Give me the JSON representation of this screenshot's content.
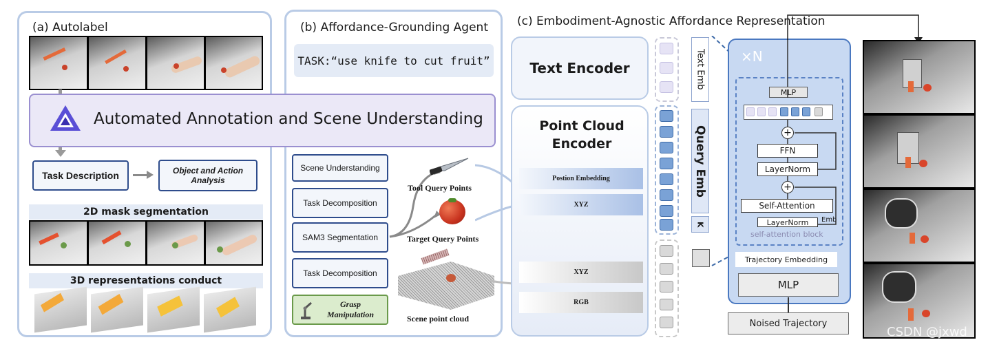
{
  "panel_a": {
    "title": "(a) Autolabel",
    "task_description": "Task Description",
    "object_action": "Object and Action Analysis",
    "mask_title": "2D mask segmentation",
    "rep_title": "3D representations conduct"
  },
  "banner": {
    "text": "Automated Annotation and Scene Understanding"
  },
  "panel_b": {
    "title": "(b) Affordance-Grounding Agent",
    "task": "TASK:“use knife to cut fruit”",
    "steps": [
      "Scene Understanding",
      "Task Decomposition",
      "SAM3 Segmentation",
      "Task Decomposition"
    ],
    "grasp": "Grasp Manipulation",
    "tool_label": "Tool Query Points",
    "target_label": "Target Query Points",
    "scene_label": "Scene point cloud"
  },
  "panel_c": {
    "title": "(c) Embodiment-Agnostic Affordance Representation",
    "text_encoder": "Text Encoder",
    "pc_encoder": "Point Cloud Encoder",
    "pos_emb": "Postion Embedding",
    "xyz_1": "XYZ",
    "xyz_2": "XYZ",
    "rgb": "RGB",
    "text_emb": "Text Emb",
    "query_emb": "Query Emb",
    "k": "K",
    "xn": "×N",
    "mlp_top": "MLP",
    "ffn": "FFN",
    "layernorm_1": "LayerNorm",
    "self_attention": "Self-Attention",
    "layernorm_2": "LayerNorm",
    "emb_small": "Emb",
    "block_label": "self-attention block",
    "traj_emb": "Trajectory Embedding",
    "mlp_bottom": "MLP",
    "noised": "Noised Trajectory",
    "plus": "+"
  },
  "watermark": "CSDN @jxwd",
  "colors": {
    "panel_border": "#b9cbe6",
    "navy": "#2e4c8c",
    "banner": "#ebe8f7",
    "transformer": "#c8d9f2",
    "green": "#dbeccd"
  }
}
